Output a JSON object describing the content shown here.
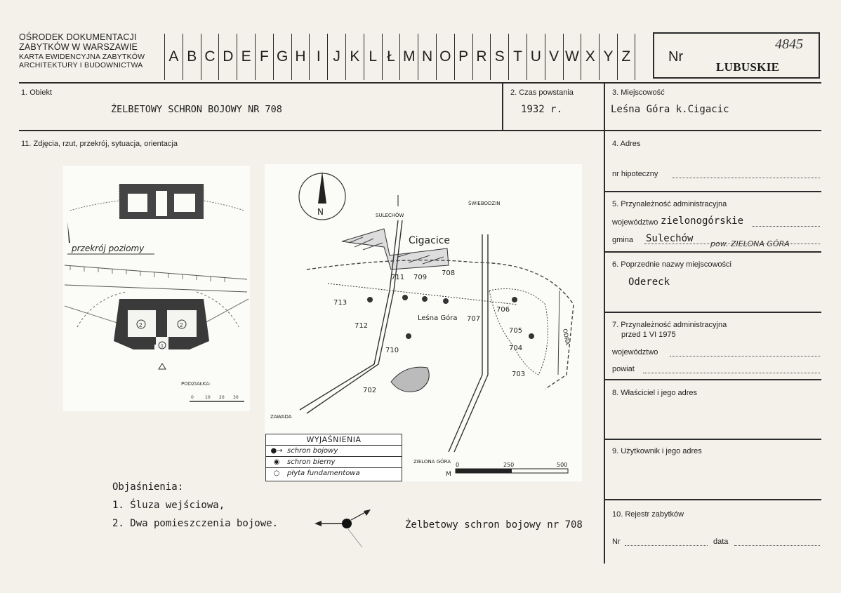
{
  "header": {
    "institution_line1": "OŚRODEK DOKUMENTACJI",
    "institution_line2": "ZABYTKÓW W WARSZAWIE",
    "card_line1": "KARTA EWIDENCYJNA ZABYTKÓW",
    "card_line2": "ARCHITEKTURY I BUDOWNICTWA",
    "letters": [
      "A",
      "B",
      "C",
      "D",
      "E",
      "F",
      "G",
      "H",
      "I",
      "J",
      "K",
      "L",
      "Ł",
      "M",
      "N",
      "O",
      "P",
      "R",
      "S",
      "T",
      "U",
      "V",
      "W",
      "X",
      "Y",
      "Z"
    ],
    "nr_label": "Nr",
    "nr_value": "4845",
    "region": "LUBUSKIE"
  },
  "fields": {
    "obiekt_label": "1. Obiekt",
    "obiekt_value": "ŻELBETOWY SCHRON BOJOWY NR 708",
    "czas_label": "2. Czas powstania",
    "czas_value": "1932 r.",
    "miejscowosc_label": "3. Miejscowość",
    "miejscowosc_value": "Leśna Góra k.Cigacic",
    "zdjecia_label": "11. Zdjęcia, rzut, przekrój, sytuacja, orientacja",
    "adres_label": "4. Adres",
    "hipoteczny_label": "nr hipoteczny",
    "przynaleznosc_label": "5. Przynależność administracyjna",
    "wojewodztwo_label": "województwo",
    "wojewodztwo_value": "zielonogórskie",
    "gmina_label": "gmina",
    "gmina_value": "Sulechów",
    "gmina_note": "pow. ZIELONA GÓRA",
    "poprzednie_label": "6. Poprzednie nazwy miejscowości",
    "poprzednie_value": "Odereck",
    "przed_label_1": "7. Przynależność administracyjna",
    "przed_label_2": "przed 1 VI 1975",
    "przed_woj_label": "województwo",
    "przed_powiat_label": "powiat",
    "wlasciciel_label": "8. Właściciel i jego adres",
    "uzytkownik_label": "9. Użytkownik i jego adres",
    "rejestr_label": "10. Rejestr zabytków",
    "rejestr_nr_label": "Nr",
    "rejestr_data_label": "data"
  },
  "plan": {
    "section_label": "przekrój poziomy",
    "scale_label": "PODZIAŁKA:",
    "scale_ticks": [
      "0",
      "10",
      "20",
      "30"
    ],
    "room_1": "1",
    "room_2a": "2",
    "room_2b": "2"
  },
  "map": {
    "north": "N",
    "north_town": "SULECHÓW",
    "north_east_town": "ŚWIEBODZIN",
    "village": "Cigacice",
    "forest": "Leśna Góra",
    "river": "ODRA",
    "south_west_town": "ZAWADA",
    "south_town": "ZIELONA GÓRA",
    "bunkers": [
      "711",
      "709",
      "708",
      "713",
      "712",
      "707",
      "706",
      "705",
      "704",
      "703",
      "710",
      "702"
    ],
    "legend_title": "WYJAŚNIENIA",
    "legend_items": [
      "schron bojowy",
      "schron bierny",
      "płyta fundamentowa"
    ],
    "scale_unit": "M",
    "scale_values": [
      "0",
      "250",
      "500"
    ]
  },
  "notes": {
    "title": "Objaśnienia:",
    "item1": "1. Śluza wejściowa,",
    "item2": "2. Dwa pomieszczenia bojowe.",
    "caption": "Żelbetowy schron bojowy nr 708"
  }
}
